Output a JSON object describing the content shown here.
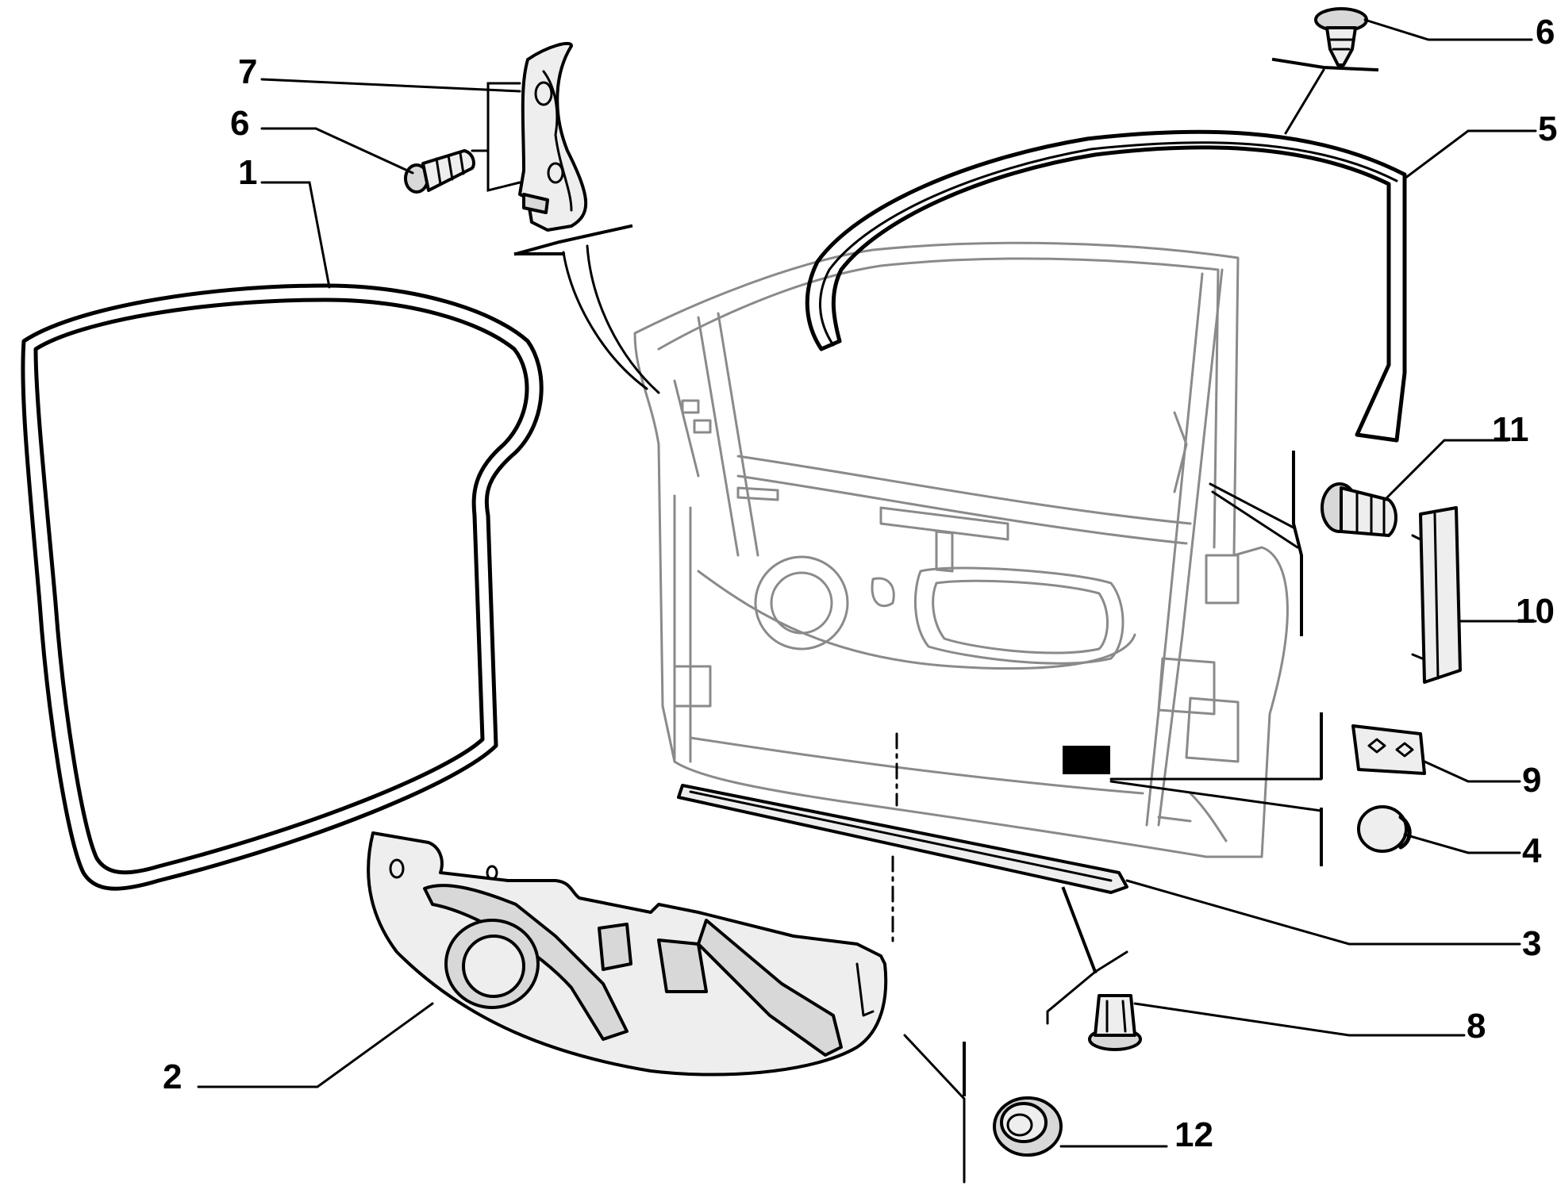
{
  "callouts": [
    {
      "id": "1",
      "label": "1"
    },
    {
      "id": "2",
      "label": "2"
    },
    {
      "id": "3",
      "label": "3"
    },
    {
      "id": "4",
      "label": "4"
    },
    {
      "id": "5",
      "label": "5"
    },
    {
      "id": "6a",
      "label": "6"
    },
    {
      "id": "6b",
      "label": "6"
    },
    {
      "id": "7",
      "label": "7"
    },
    {
      "id": "8",
      "label": "8"
    },
    {
      "id": "9",
      "label": "9"
    },
    {
      "id": "10",
      "label": "10"
    },
    {
      "id": "11",
      "label": "11"
    },
    {
      "id": "12",
      "label": "12"
    }
  ],
  "colors": {
    "line": "#000000",
    "frame": "#8a8a8a",
    "part_fill": "#d8d8d8",
    "background": "#ffffff"
  }
}
